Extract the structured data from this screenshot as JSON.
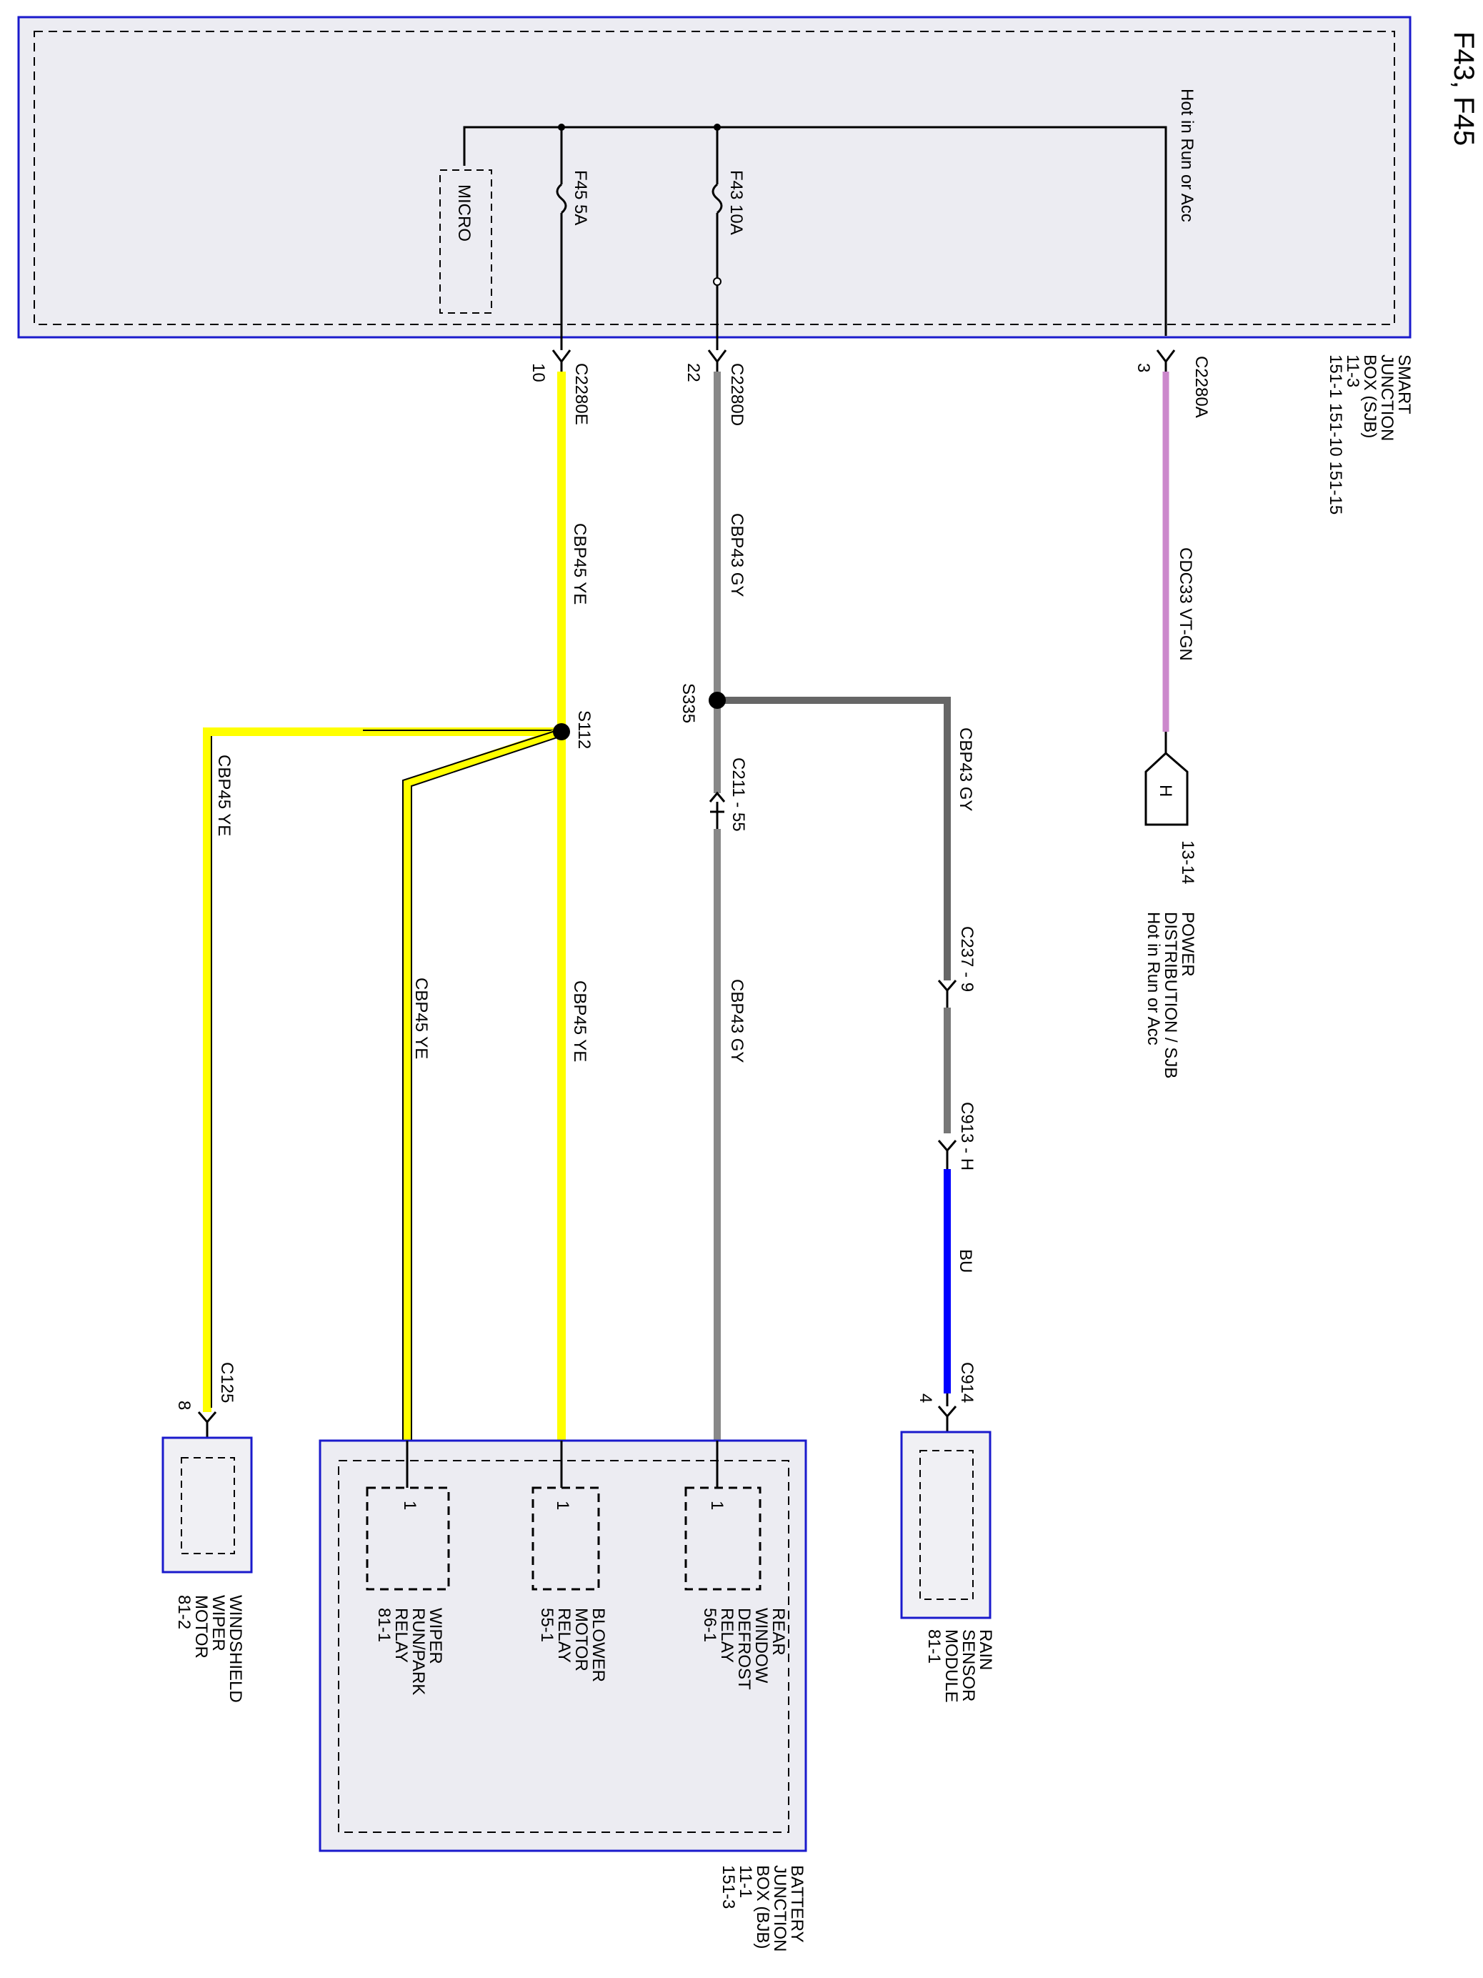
{
  "title": "F43, F45",
  "sjb": {
    "name_lines": [
      "SMART",
      "JUNCTION",
      "BOX (SJB)",
      "11-3",
      "151-1   151-10   151-15"
    ],
    "hot_label": "Hot in Run or Acc",
    "micro_label": "MICRO",
    "fuse_f45": "F45   5A",
    "fuse_f43": "F43   10A"
  },
  "connectors": {
    "c2280a": "C2280A",
    "c2280a_pin": "3",
    "c2280d": "C2280D",
    "c2280d_pin": "22",
    "c2280e": "C2280E",
    "c2280e_pin": "10",
    "c211": "C211 - 55",
    "c237": "C237 - 9",
    "c913": "C913 - H",
    "c914": "C914",
    "c914_pin": "4",
    "c125": "C125",
    "c125_pin": "8"
  },
  "wires": {
    "cdc33": "CDC33   VT-GN",
    "cbp43_gy_upper": "CBP43   GY",
    "cbp43_gy_lower": "CBP43   GY",
    "cbp43_gy_branch": "CBP43   GY",
    "bu": "BU",
    "cbp45_ye_upper": "CBP45   YE",
    "cbp45_ye_main": "CBP45   YE",
    "cbp45_ye_wiper_relay": "CBP45   YE",
    "cbp45_ye_motor": "CBP45   YE"
  },
  "colors": {
    "ve_gn": "#cc88cc",
    "gy": "#888888",
    "ye": "#ffff00",
    "bu": "#0000ff",
    "box_border": "#0000cc",
    "box_fill": "#f0f0f4"
  },
  "splices": {
    "s335": "S335",
    "s112": "S112"
  },
  "power_distribution": {
    "pin": "H",
    "lines": [
      "13-14",
      "POWER",
      "DISTRIBUTION / SJB",
      "Hot in Run or Acc"
    ]
  },
  "components": {
    "rain_sensor": {
      "pin": "",
      "lines": [
        "RAIN",
        "SENSOR",
        "MODULE",
        "81-1"
      ]
    },
    "bjb": {
      "lines": [
        "BATTERY",
        "JUNCTION",
        "BOX (BJB)",
        "11-1",
        "151-3"
      ]
    },
    "rear_defrost": {
      "pin": "1",
      "lines": [
        "REAR",
        "WINDOW",
        "DEFROST",
        "RELAY",
        "56-1"
      ]
    },
    "blower_relay": {
      "pin": "1",
      "lines": [
        "BLOWER",
        "MOTOR",
        "RELAY",
        "55-1"
      ]
    },
    "wiper_relay": {
      "pin": "1",
      "lines": [
        "WIPER",
        "RUN/PARK",
        "RELAY",
        "81-1"
      ]
    },
    "wiper_motor": {
      "lines": [
        "WINDSHIELD",
        "WIPER",
        "MOTOR",
        "81-2"
      ]
    }
  }
}
